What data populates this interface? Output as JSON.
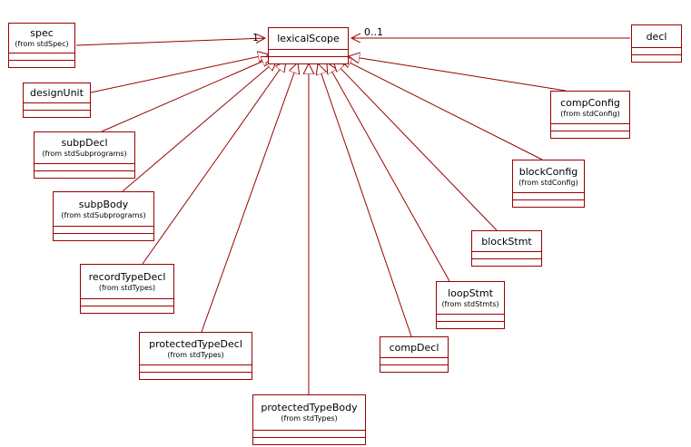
{
  "diagram": {
    "central": {
      "name": "lexicalScope"
    },
    "multiplicities": {
      "spec_end": "1",
      "decl_end": "0..1"
    },
    "classes": [
      {
        "id": "spec",
        "name": "spec",
        "from": "(from stdSpec)"
      },
      {
        "id": "designUnit",
        "name": "designUnit",
        "from": ""
      },
      {
        "id": "subpDecl",
        "name": "subpDecl",
        "from": "(from stdSubprograms)"
      },
      {
        "id": "subpBody",
        "name": "subpBody",
        "from": "(from stdSubprograms)"
      },
      {
        "id": "recordTypeDecl",
        "name": "recordTypeDecl",
        "from": "(from stdTypes)"
      },
      {
        "id": "protectedTypeDecl",
        "name": "protectedTypeDecl",
        "from": "(from stdTypes)"
      },
      {
        "id": "protectedTypeBody",
        "name": "protectedTypeBody",
        "from": "(from stdTypes)"
      },
      {
        "id": "compDecl",
        "name": "compDecl",
        "from": ""
      },
      {
        "id": "loopStmt",
        "name": "loopStmt",
        "from": "(from stdStmts)"
      },
      {
        "id": "blockStmt",
        "name": "blockStmt",
        "from": ""
      },
      {
        "id": "blockConfig",
        "name": "blockConfig",
        "from": "(from stdConfig)"
      },
      {
        "id": "compConfig",
        "name": "compConfig",
        "from": "(from stdConfig)"
      },
      {
        "id": "decl",
        "name": "decl",
        "from": ""
      }
    ],
    "colors": {
      "line": "#990000",
      "background": "#ffffff",
      "text": "#000000"
    }
  }
}
